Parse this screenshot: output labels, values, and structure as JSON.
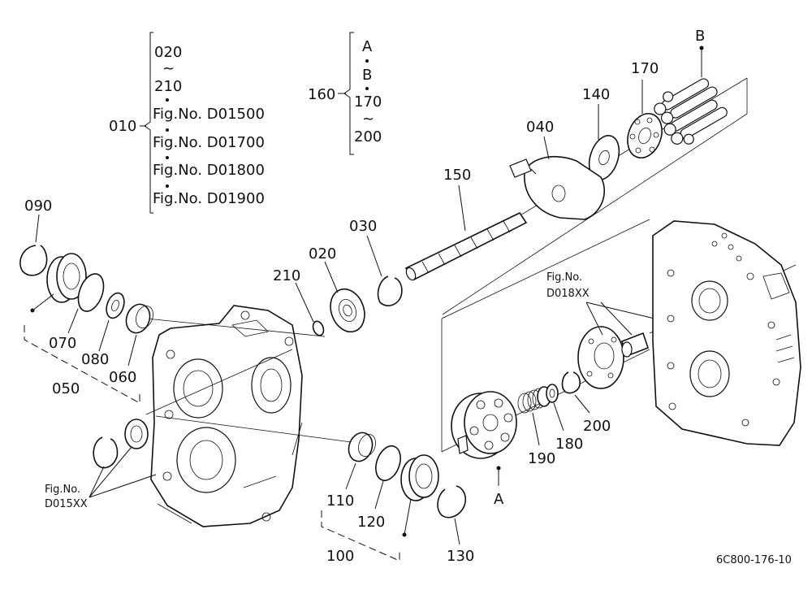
{
  "parts": {
    "p010": "010",
    "p020": "020",
    "p030": "030",
    "p040": "040",
    "p050": "050",
    "p060": "060",
    "p070": "070",
    "p080": "080",
    "p090": "090",
    "p100": "100",
    "p110": "110",
    "p120": "120",
    "p130": "130",
    "p140": "140",
    "p150": "150",
    "p160": "160",
    "p170": "170",
    "p180": "180",
    "p190": "190",
    "p200": "200",
    "p210": "210"
  },
  "group_010": {
    "range_start": "020",
    "range_tilde": "~",
    "range_end": "210",
    "fig_lines": [
      "Fig.No.  D01500",
      "Fig.No.  D01700",
      "Fig.No.  D01800",
      "Fig.No.  D01900"
    ]
  },
  "group_160": {
    "line1": "A",
    "line2": "B",
    "line3": "170",
    "line4": "~",
    "line5": "200"
  },
  "markers": {
    "a_top": "A",
    "a_bottom": "A",
    "b_top": "B"
  },
  "refs": {
    "fig_no_label": "Fig.No.",
    "d018": "D018XX",
    "d015": "D015XX"
  },
  "drawing_code": "6C800-176-10"
}
